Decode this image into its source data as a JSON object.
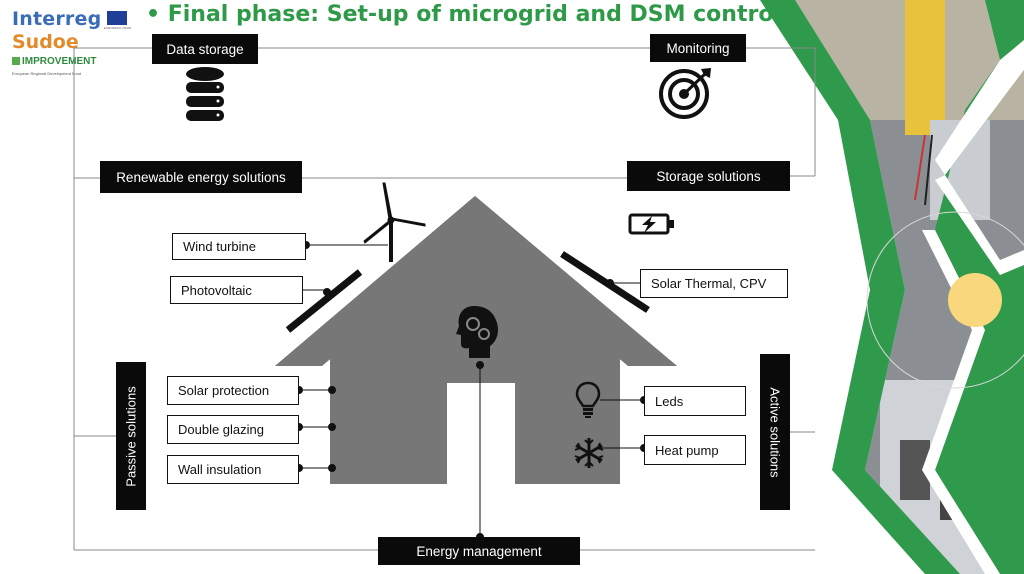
{
  "header": {
    "logo_interreg": "Interreg",
    "logo_sudoe": "Sudoe",
    "logo_improvement": "IMPROVEMENT",
    "logo_fund": "European Regional Development Fund",
    "eu_caption": "EUROPEAN UNION",
    "title": "• Final phase: Set-up of microgrid and DSM control"
  },
  "diagram": {
    "data_storage": "Data storage",
    "monitoring": "Monitoring",
    "renewable": "Renewable energy solutions",
    "storage": "Storage solutions",
    "wind_turbine": "Wind turbine",
    "photovoltaic": "Photovoltaic",
    "solar_thermal": "Solar Thermal, CPV",
    "passive": "Passive solutions",
    "active": "Active solutions",
    "solar_protection": "Solar protection",
    "double_glazing": "Double glazing",
    "wall_insulation": "Wall insulation",
    "leds": "Leds",
    "heat_pump": "Heat pump",
    "energy_management": "Energy management"
  },
  "colors": {
    "title_green": "#2e9a47",
    "house_gray": "#777777",
    "label_black": "#0a0a0a",
    "deco_green": "#2f9a4c",
    "deco_yellow": "#f9d77c"
  },
  "icons": [
    "database-icon",
    "target-icon",
    "battery-charging-icon",
    "wind-turbine-icon",
    "solar-panel-icon",
    "brain-gears-icon",
    "light-bulb-icon",
    "snowflake-icon"
  ]
}
